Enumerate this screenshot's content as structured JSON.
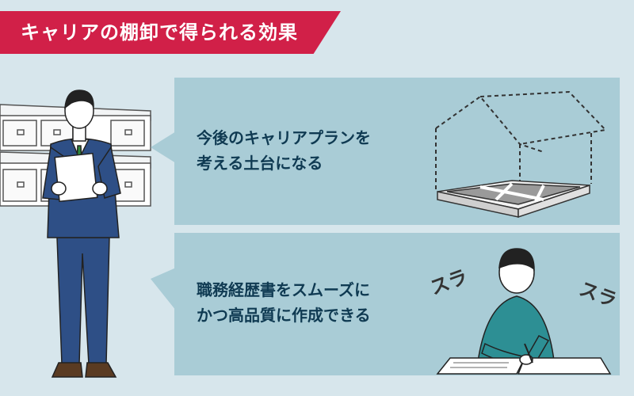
{
  "banner": {
    "title": "キャリアの棚卸で得られる効果"
  },
  "panels": [
    {
      "line1": "今後のキャリアプランを",
      "line2": "考える土台になる"
    },
    {
      "line1": "職務経歴書をスムーズに",
      "line2": "かつ高品質に作成できる"
    }
  ],
  "sfx": {
    "left": "スラ",
    "right": "スラ"
  },
  "colors": {
    "background": "#d7e6ec",
    "banner": "#d12048",
    "panel": "#a9ccd6",
    "text": "#0f3a52",
    "suit": "#2e4f86",
    "sweater": "#2d8f94"
  }
}
